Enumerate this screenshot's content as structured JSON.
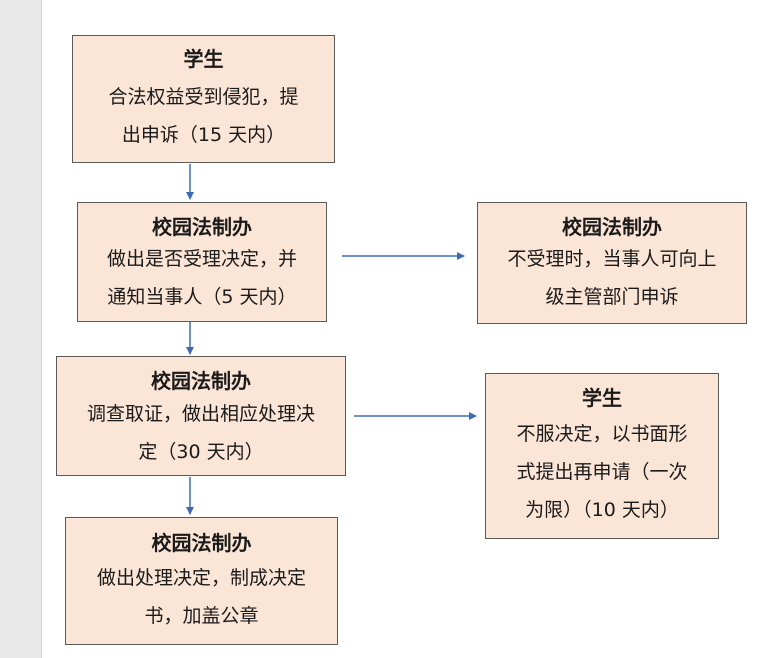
{
  "colors": {
    "box_fill": "#fbe5d6",
    "box_border": "#5a5a5a",
    "arrow": "#3d6cb4",
    "margin": "#e8e8e8"
  },
  "boxes": {
    "student_appeal": {
      "title": "学生",
      "lines": [
        "合法权益受到侵犯，提",
        "出申诉（15 天内）"
      ]
    },
    "decision": {
      "title": "校园法制办",
      "lines": [
        "做出是否受理决定，并",
        "通知当事人（5 天内）"
      ]
    },
    "not_accepted": {
      "title": "校园法制办",
      "lines": [
        "不受理时，当事人可向上",
        "级主管部门申诉"
      ]
    },
    "investigate": {
      "title": "校园法制办",
      "lines": [
        "调查取证，做出相应处理决",
        "定（30 天内）"
      ]
    },
    "reapply": {
      "title": "学生",
      "lines": [
        "不服决定，以书面形",
        "式提出再申请（一次",
        "为限）（10 天内）"
      ]
    },
    "final": {
      "title": "校园法制办",
      "lines": [
        "做出处理决定，制成决定",
        "书，加盖公章"
      ]
    }
  }
}
